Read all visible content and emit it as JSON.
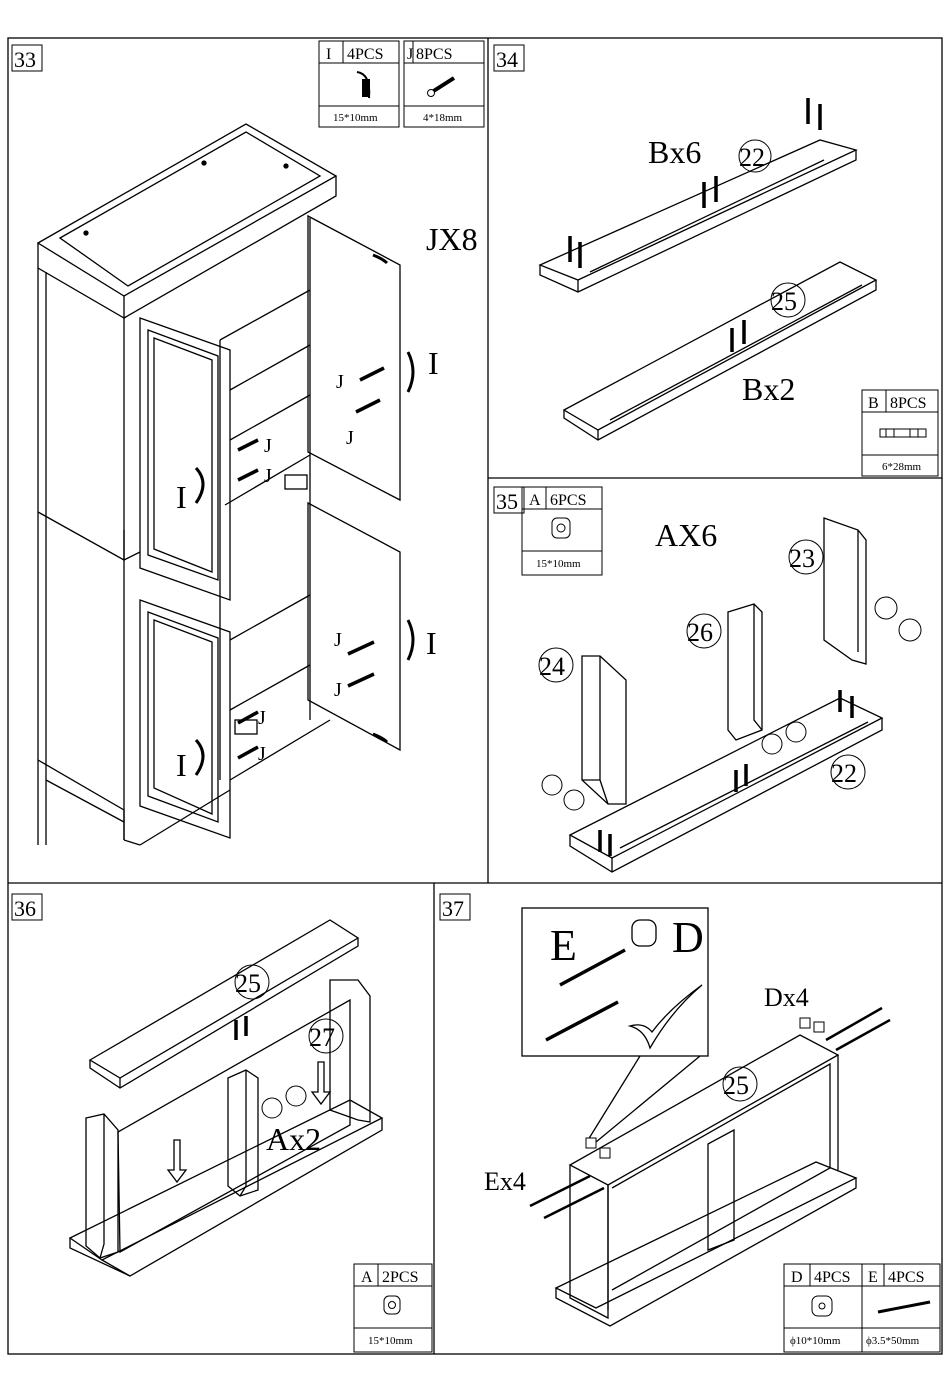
{
  "steps": {
    "s33": {
      "number": "33",
      "parts": [
        {
          "letter": "I",
          "qty": "4PCS",
          "size": "15*10mm",
          "icon": "handle-icon"
        },
        {
          "letter": "J",
          "qty": "8PCS",
          "size": "4*18mm",
          "icon": "screw-icon"
        }
      ],
      "multiplier": "JX8",
      "callouts": {
        "handle": "I",
        "screw": "J"
      }
    },
    "s34": {
      "number": "34",
      "bx6": "Bx6",
      "bx2": "Bx2",
      "panel_top": "22",
      "panel_bottom": "25",
      "part": {
        "letter": "B",
        "qty": "8PCS",
        "size": "6*28mm",
        "icon": "dowel-icon"
      }
    },
    "s35": {
      "number": "35",
      "part": {
        "letter": "A",
        "qty": "6PCS",
        "size": "15*10mm",
        "icon": "cam-lock-icon"
      },
      "multiplier": "AX6",
      "panels": {
        "p23": "23",
        "p26": "26",
        "p24": "24",
        "p22": "22"
      }
    },
    "s36": {
      "number": "36",
      "panels": {
        "p25": "25",
        "p27": "27"
      },
      "multiplier": "Ax2",
      "part": {
        "letter": "A",
        "qty": "2PCS",
        "size": "15*10mm",
        "icon": "cam-lock-icon"
      }
    },
    "s37": {
      "number": "37",
      "inset": {
        "e": "E",
        "d": "D"
      },
      "dx4": "Dx4",
      "ex4": "Ex4",
      "panel": "25",
      "parts": [
        {
          "letter": "D",
          "qty": "4PCS",
          "size": "ϕ10*10mm",
          "icon": "barrel-nut-icon"
        },
        {
          "letter": "E",
          "qty": "4PCS",
          "size": "ϕ3.5*50mm",
          "icon": "long-screw-icon"
        }
      ]
    }
  }
}
